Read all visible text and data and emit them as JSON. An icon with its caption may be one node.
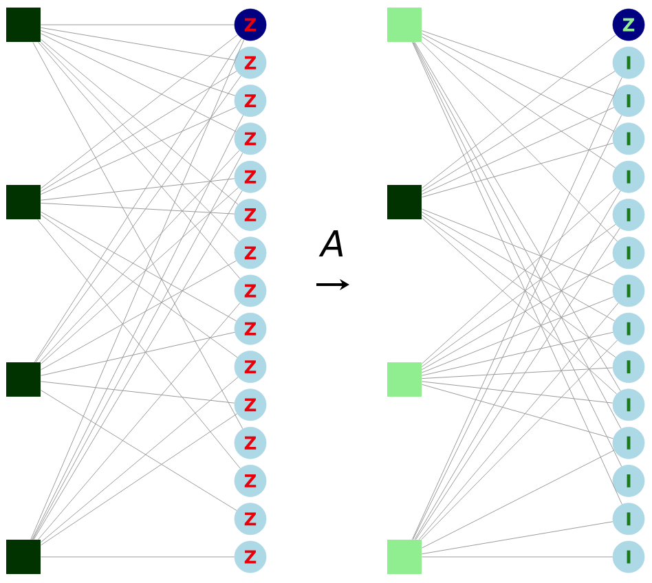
{
  "diagram": {
    "nodes": [
      {
        "text": [],
        "shape": "box"
      },
      {
        "text": [],
        "shape": "box"
      },
      {
        "text": [],
        "shape": "box"
      },
      {
        "text": [],
        "shape": "box"
      },
      {
        "text": [
          "Z"
        ]
      },
      {
        "text": [
          "Z"
        ]
      },
      {
        "text": [
          "Z"
        ]
      },
      {
        "text": [
          "Z"
        ]
      },
      {
        "text": [
          "Z"
        ]
      },
      {
        "text": [
          "Z"
        ]
      },
      {
        "text": [
          "Z"
        ]
      },
      {
        "text": [
          "Z"
        ]
      },
      {
        "text": [
          "Z"
        ]
      },
      {
        "text": [
          "Z"
        ]
      },
      {
        "text": [
          "Z"
        ]
      },
      {
        "text": [
          "Z"
        ]
      },
      {
        "text": [
          "Z"
        ]
      },
      {
        "text": [
          "Z"
        ]
      },
      {
        "text": [
          "Z"
        ]
      },
      {
        "text": [],
        "shape": "box"
      },
      {
        "text": [],
        "shape": "box"
      },
      {
        "text": [],
        "shape": "box"
      },
      {
        "text": [],
        "shape": "box"
      },
      {
        "text": [
          "Z"
        ]
      },
      {
        "text": [
          "I"
        ]
      },
      {
        "text": [
          "I"
        ]
      },
      {
        "text": [
          "I"
        ]
      },
      {
        "text": [
          "I"
        ]
      },
      {
        "text": [
          "I"
        ]
      },
      {
        "text": [
          "I"
        ]
      },
      {
        "text": [
          "I"
        ]
      },
      {
        "text": [
          "I"
        ]
      },
      {
        "text": [
          "I"
        ]
      },
      {
        "text": [
          "I"
        ]
      },
      {
        "text": [
          "I"
        ]
      },
      {
        "text": [
          "I"
        ]
      },
      {
        "text": [
          "I"
        ]
      },
      {
        "text": [
          "I"
        ]
      }
    ],
    "edges": [
      {
        "from": 0,
        "to": 4,
        "arrow": "none"
      },
      {
        "from": 1,
        "to": 4,
        "arrow": "none"
      },
      {
        "from": 2,
        "to": 4,
        "arrow": "none"
      },
      {
        "from": 3,
        "to": 4,
        "arrow": "none"
      },
      {
        "from": 0,
        "to": 5,
        "arrow": "none"
      },
      {
        "from": 1,
        "to": 5,
        "arrow": "none"
      },
      {
        "from": 2,
        "to": 5,
        "arrow": "none"
      },
      {
        "from": 0,
        "to": 6,
        "arrow": "none"
      },
      {
        "from": 1,
        "to": 6,
        "arrow": "none"
      },
      {
        "from": 3,
        "to": 6,
        "arrow": "none"
      },
      {
        "from": 0,
        "to": 7,
        "arrow": "none"
      },
      {
        "from": 2,
        "to": 7,
        "arrow": "none"
      },
      {
        "from": 3,
        "to": 7,
        "arrow": "none"
      },
      {
        "from": 1,
        "to": 8,
        "arrow": "none"
      },
      {
        "from": 2,
        "to": 8,
        "arrow": "none"
      },
      {
        "from": 3,
        "to": 8,
        "arrow": "none"
      },
      {
        "from": 0,
        "to": 9,
        "arrow": "none"
      },
      {
        "from": 1,
        "to": 9,
        "arrow": "none"
      },
      {
        "from": 0,
        "to": 10,
        "arrow": "none"
      },
      {
        "from": 2,
        "to": 10,
        "arrow": "none"
      },
      {
        "from": 0,
        "to": 11,
        "arrow": "none"
      },
      {
        "from": 3,
        "to": 11,
        "arrow": "none"
      },
      {
        "from": 1,
        "to": 12,
        "arrow": "none"
      },
      {
        "from": 2,
        "to": 12,
        "arrow": "none"
      },
      {
        "from": 1,
        "to": 13,
        "arrow": "none"
      },
      {
        "from": 3,
        "to": 13,
        "arrow": "none"
      },
      {
        "from": 2,
        "to": 14,
        "arrow": "none"
      },
      {
        "from": 3,
        "to": 14,
        "arrow": "none"
      },
      {
        "from": 0,
        "to": 15,
        "arrow": "none"
      },
      {
        "from": 1,
        "to": 16,
        "arrow": "none"
      },
      {
        "from": 2,
        "to": 17,
        "arrow": "none"
      },
      {
        "from": 3,
        "to": 18,
        "arrow": "none"
      },
      {
        "from": 19,
        "to": 25,
        "arrow": "none"
      },
      {
        "from": 19,
        "to": 26,
        "arrow": "none"
      },
      {
        "from": 19,
        "to": 27,
        "arrow": "none"
      },
      {
        "from": 19,
        "to": 29,
        "arrow": "none"
      },
      {
        "from": 19,
        "to": 33,
        "arrow": "none"
      },
      {
        "from": 19,
        "to": 34,
        "arrow": "none"
      },
      {
        "from": 19,
        "to": 35,
        "arrow": "none"
      },
      {
        "from": 19,
        "to": 36,
        "arrow": "none"
      },
      {
        "from": 20,
        "to": 23,
        "arrow": "none"
      },
      {
        "from": 20,
        "to": 24,
        "arrow": "none"
      },
      {
        "from": 20,
        "to": 25,
        "arrow": "none"
      },
      {
        "from": 20,
        "to": 26,
        "arrow": "none"
      },
      {
        "from": 20,
        "to": 30,
        "arrow": "none"
      },
      {
        "from": 20,
        "to": 31,
        "arrow": "none"
      },
      {
        "from": 20,
        "to": 32,
        "arrow": "none"
      },
      {
        "from": 20,
        "to": 33,
        "arrow": "none"
      },
      {
        "from": 21,
        "to": 27,
        "arrow": "none"
      },
      {
        "from": 21,
        "to": 28,
        "arrow": "none"
      },
      {
        "from": 21,
        "to": 29,
        "arrow": "none"
      },
      {
        "from": 21,
        "to": 30,
        "arrow": "none"
      },
      {
        "from": 21,
        "to": 31,
        "arrow": "none"
      },
      {
        "from": 21,
        "to": 32,
        "arrow": "none"
      },
      {
        "from": 21,
        "to": 33,
        "arrow": "none"
      },
      {
        "from": 21,
        "to": 34,
        "arrow": "none"
      },
      {
        "from": 22,
        "to": 24,
        "arrow": "none"
      },
      {
        "from": 22,
        "to": 25,
        "arrow": "none"
      },
      {
        "from": 22,
        "to": 27,
        "arrow": "none"
      },
      {
        "from": 22,
        "to": 28,
        "arrow": "none"
      },
      {
        "from": 22,
        "to": 30,
        "arrow": "none"
      },
      {
        "from": 22,
        "to": 31,
        "arrow": "none"
      },
      {
        "from": 22,
        "to": 34,
        "arrow": "none"
      },
      {
        "from": 22,
        "to": 36,
        "arrow": "none"
      },
      {
        "from": 22,
        "to": 37,
        "arrow": "none"
      }
    ],
    "labels": [
      "A"
    ]
  }
}
